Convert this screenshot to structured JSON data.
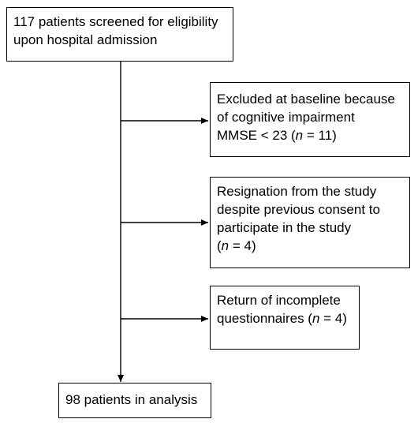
{
  "flowchart": {
    "top_box": {
      "lines": [
        "117 patients screened for eligibility",
        "upon hospital admission"
      ]
    },
    "exclusions": [
      {
        "lines": [
          "Excluded at baseline because",
          "of cognitive impairment"
        ],
        "last_prefix": "MMSE < 23 (",
        "n_symbol": "n",
        "last_suffix": " = 11)"
      },
      {
        "lines": [
          "Resignation from the study",
          "despite previous consent to",
          "participate in the study"
        ],
        "last_prefix": "(",
        "n_symbol": "n",
        "last_suffix": " = 4)"
      },
      {
        "lines": [
          "Return of incomplete"
        ],
        "last_prefix": "questionnaires (",
        "n_symbol": "n",
        "last_suffix": " = 4)"
      }
    ],
    "bottom_box": {
      "lines": [
        "98 patients in analysis"
      ]
    }
  }
}
